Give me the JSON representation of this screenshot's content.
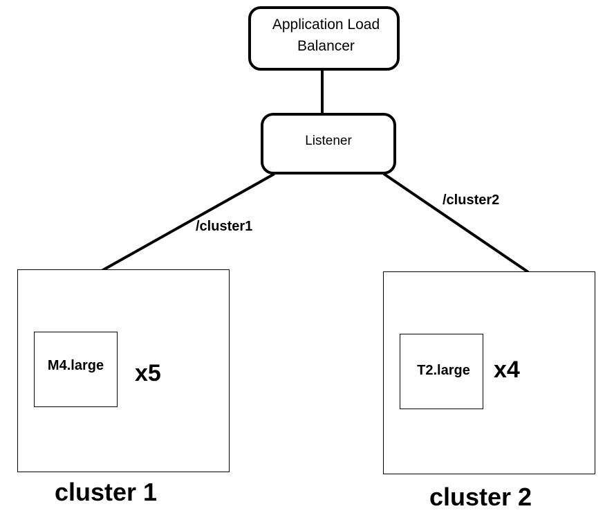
{
  "nodes": {
    "load_balancer": {
      "line1": "Application Load",
      "line2": "Balancer"
    },
    "listener": {
      "label": "Listener"
    }
  },
  "routes": {
    "cluster1": "/cluster1",
    "cluster2": "/cluster2"
  },
  "clusters": [
    {
      "name": "cluster 1",
      "instance_type": "M4.large",
      "count": "x5"
    },
    {
      "name": "cluster 2",
      "instance_type": "T2.large",
      "count": "x4"
    }
  ],
  "colors": {
    "stroke": "#000000",
    "background": "#ffffff"
  }
}
